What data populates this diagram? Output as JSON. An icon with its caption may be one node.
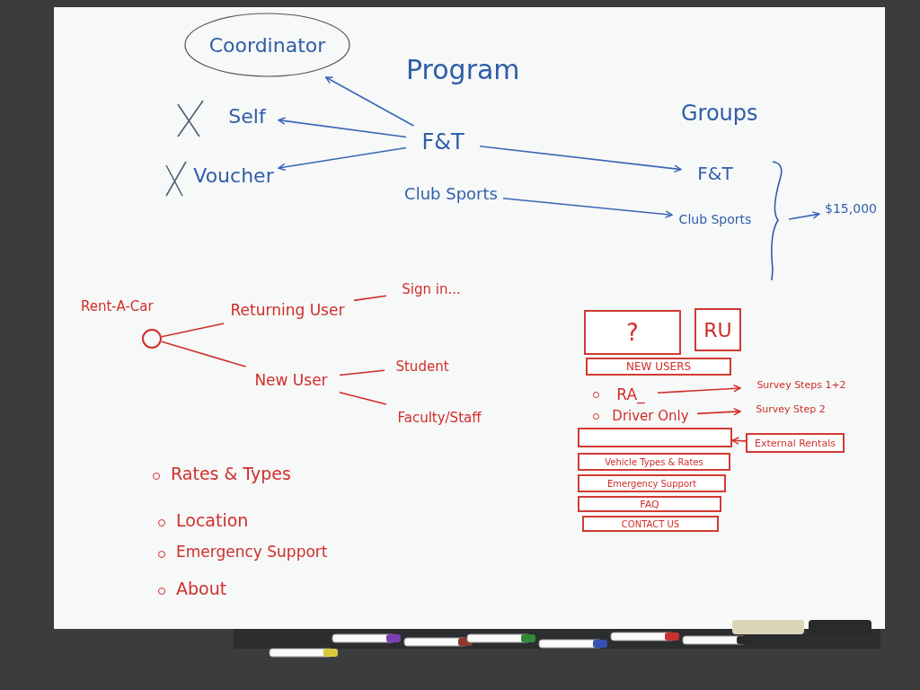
{
  "diagram": {
    "nodes": [
      {
        "text": [
          "Coordinator"
        ]
      },
      {
        "text": [
          "Self"
        ]
      },
      {
        "text": [
          "Voucher"
        ]
      },
      {
        "text": [
          "F&T"
        ]
      },
      {
        "text": [
          "Club Sports"
        ]
      },
      {
        "text": [
          "F&T"
        ]
      },
      {
        "text": [
          "Club Sports"
        ]
      },
      {
        "text": [
          "$15,000"
        ]
      },
      {
        "text": [],
        "shape": "circle",
        "beside": [
          "Rent-A-Car"
        ]
      },
      {
        "text": [
          "Returning User"
        ]
      },
      {
        "text": [
          "Sign in..."
        ]
      },
      {
        "text": [
          "New User"
        ]
      },
      {
        "text": [
          "Student"
        ]
      },
      {
        "text": [
          "Faculty/Staff"
        ]
      },
      {
        "text": [
          "?"
        ]
      },
      {
        "text": [
          "RU"
        ]
      },
      {
        "text": [
          "NEW USERS"
        ]
      },
      {
        "text": [
          "RA_"
        ]
      },
      {
        "text": [
          "Driver Only"
        ]
      },
      {
        "text": [
          "Survey Steps 1+2"
        ]
      },
      {
        "text": [
          "Survey Step 2"
        ]
      },
      {
        "text": [],
        "shape": "box"
      },
      {
        "text": [
          "Vehicle Types & Rates"
        ]
      },
      {
        "text": [
          "Emergency Support"
        ]
      },
      {
        "text": [
          "FAQ"
        ]
      },
      {
        "text": [
          "CONTACT US"
        ]
      },
      {
        "text": [
          "External Rentals"
        ]
      },
      {
        "text": [],
        "shape": "brace"
      }
    ],
    "edges": [
      {
        "from": 3,
        "to": 0,
        "arrow": "to",
        "color": "#3a66b5"
      },
      {
        "from": 3,
        "to": 1,
        "arrow": "to",
        "color": "#3a66b5"
      },
      {
        "from": 3,
        "to": 2,
        "arrow": "to",
        "color": "#3a66b5"
      },
      {
        "from": 3,
        "to": 5,
        "arrow": "to",
        "color": "#3a66b5"
      },
      {
        "from": 4,
        "to": 6,
        "arrow": "to",
        "color": "#3a66b5"
      },
      {
        "from": 27,
        "to": 7,
        "arrow": "to",
        "color": "#3a66b5"
      },
      {
        "from": 8,
        "to": 9,
        "arrow": "none"
      },
      {
        "from": 8,
        "to": 11,
        "arrow": "none"
      },
      {
        "from": 9,
        "to": 10,
        "arrow": "none"
      },
      {
        "from": 11,
        "to": 12,
        "arrow": "none"
      },
      {
        "from": 11,
        "to": 13,
        "arrow": "none"
      },
      {
        "from": 17,
        "to": 19,
        "arrow": "to"
      },
      {
        "from": 18,
        "to": 20,
        "arrow": "to"
      },
      {
        "from": 26,
        "to": 21,
        "arrow": "to"
      }
    ],
    "labels": [
      "Program",
      "Groups",
      "Rates & Types",
      "Location",
      "Emergency Support",
      "About"
    ]
  }
}
